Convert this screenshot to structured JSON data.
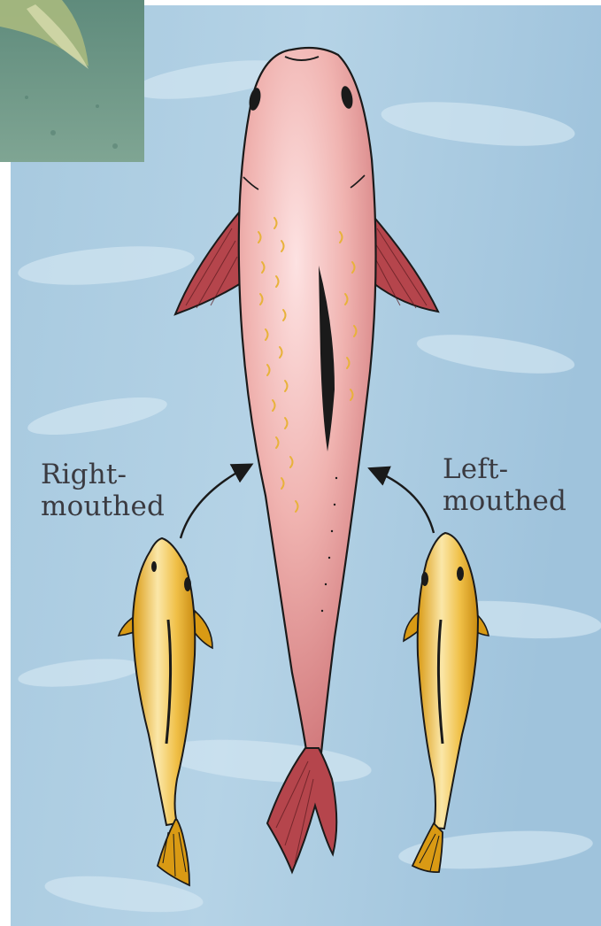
{
  "figure": {
    "labels": {
      "right_mouthed": [
        "Right-",
        "mouthed"
      ],
      "left_mouthed": [
        "Left-",
        "mouthed"
      ]
    },
    "colors": {
      "water": "#a9cbe0",
      "water_light": "#cfe3ef",
      "host_fish": "#e9a3a3",
      "host_fin": "#a5383f",
      "cleaner_fish": "#e9b12c",
      "outline": "#1a1a1a"
    },
    "icons": [
      "host-fish-icon",
      "right-mouthed-fish-icon",
      "left-mouthed-fish-icon",
      "arrow-icon"
    ]
  }
}
